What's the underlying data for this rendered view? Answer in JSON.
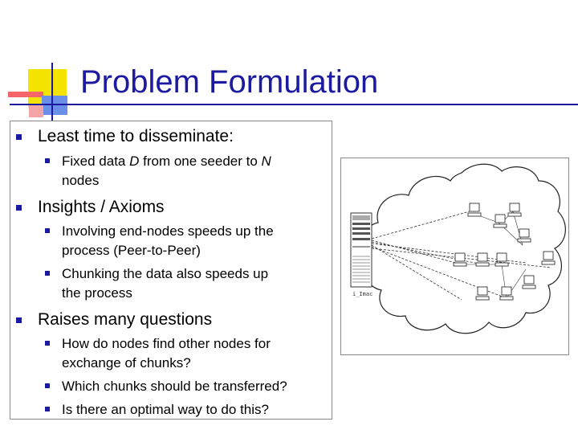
{
  "slide": {
    "title": "Problem Formulation",
    "bullets": [
      {
        "text": "Least time to disseminate:",
        "sub": [
          {
            "parts": [
              "Fixed data ",
              "D",
              " from one seeder to ",
              "N"
            ],
            "line2": "nodes"
          }
        ]
      },
      {
        "text": "Insights / Axioms",
        "sub": [
          {
            "line1": "Involving end-nodes speeds up the",
            "line2": "process (Peer-to-Peer)"
          },
          {
            "line1": "Chunking the data also speeds up",
            "line2": "the process"
          }
        ]
      },
      {
        "text": "Raises many questions",
        "sub": [
          {
            "line1": "How do nodes find other nodes for",
            "line2": "exchange of chunks?"
          },
          {
            "line1": "Which chunks should be transferred?"
          },
          {
            "line1": "Is there an optimal way to do this?"
          }
        ]
      }
    ]
  },
  "colors": {
    "title": "#1c1aa0",
    "bullet": "#1c1aa0",
    "deco_yellow": "#f5e400",
    "deco_red": "#f4666a",
    "deco_blue": "#1c1aa0",
    "rule": "#1c1aa0"
  },
  "figure": {
    "server_label": "i_Imac"
  }
}
